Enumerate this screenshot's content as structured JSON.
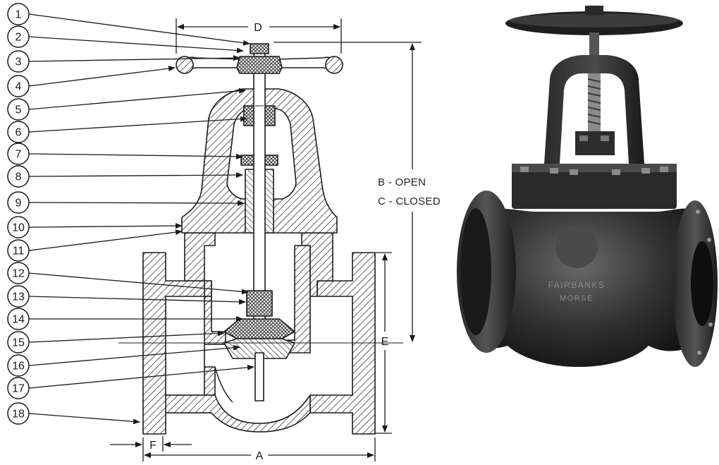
{
  "callouts": [
    "1",
    "2",
    "3",
    "4",
    "5",
    "6",
    "7",
    "8",
    "9",
    "10",
    "11",
    "12",
    "13",
    "14",
    "15",
    "16",
    "17",
    "18"
  ],
  "dimensions": {
    "d": "D",
    "a": "A",
    "e": "E",
    "f": "F",
    "b_open": "B - OPEN",
    "c_closed": "C - CLOSED"
  },
  "photo": {
    "casting_text_line1": "FAIRBANKS",
    "casting_text_line2": "MORSE"
  },
  "colors": {
    "ink": "#1a1a1a",
    "hatch": "#3a3a3a",
    "iron_dark": "#1e1e1e",
    "iron_mid": "#3c3c3c",
    "iron_light": "#6a6a6a",
    "paper": "#ffffff"
  }
}
